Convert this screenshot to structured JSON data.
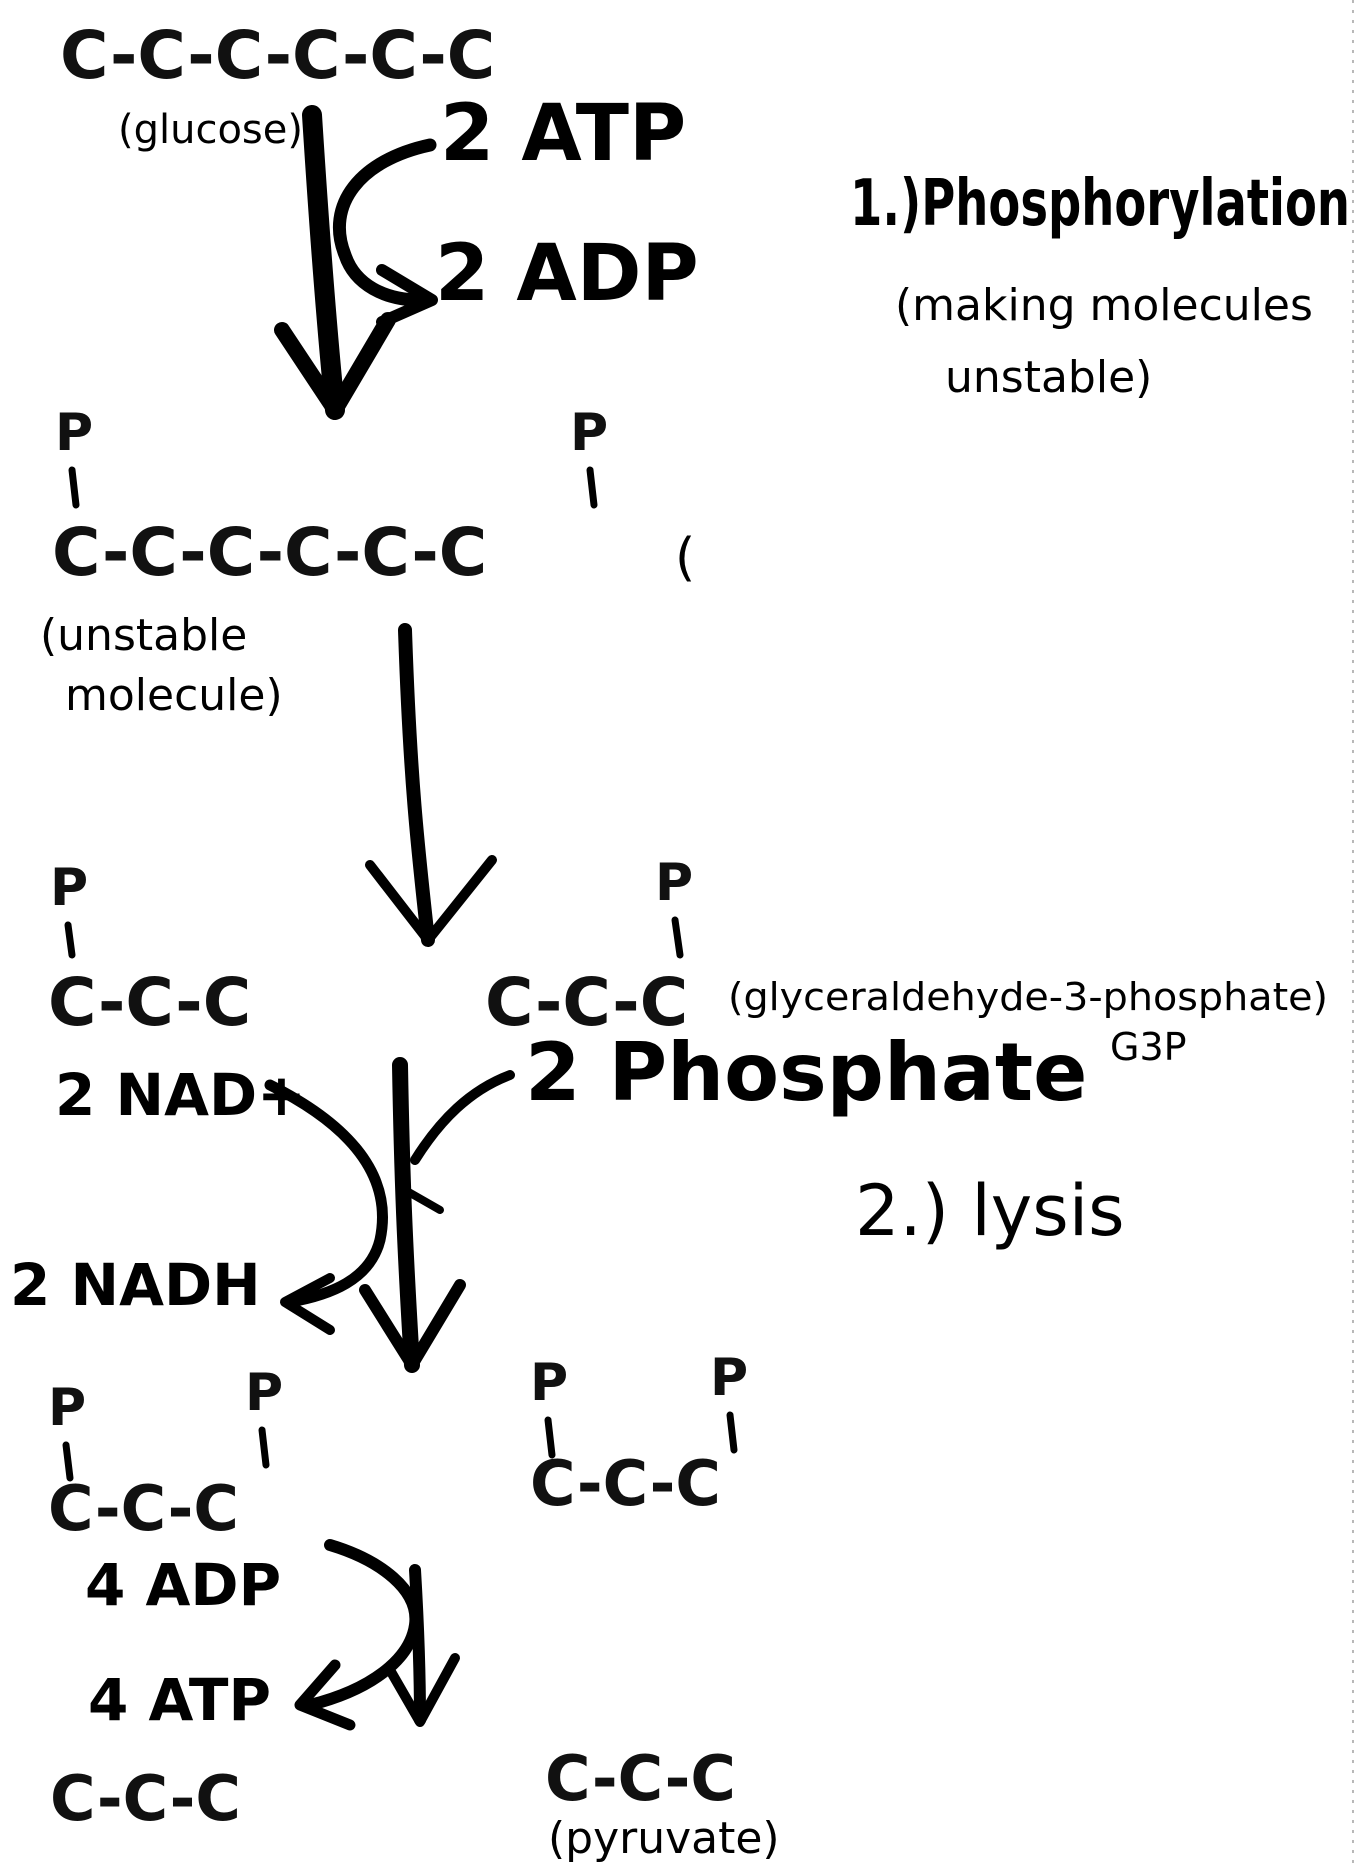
{
  "diagram": {
    "glucose": {
      "chain": "C-C-C-C-C-C",
      "label": "(glucose)"
    },
    "step1": {
      "input": "2 ATP",
      "output": "2 ADP",
      "heading": "1.)Phosphorylation",
      "note_line1": "(making molecules",
      "note_line2": "unstable)"
    },
    "unstable": {
      "p_left": "P",
      "p_right": "P",
      "chain": "C-C-C-C-C-C",
      "paren": "(",
      "label_line1": "(unstable",
      "label_line2": "molecule)"
    },
    "g3p": {
      "left_p": "P",
      "left_chain": "C-C-C",
      "right_p": "P",
      "right_chain": "C-C-C",
      "label_line1": "(glyceraldehyde-3-phosphate)",
      "label_line2": "G3P"
    },
    "step2": {
      "nad_in": "2 NAD+",
      "phosphate_in": "2 Phosphate",
      "nadh_out": "2 NADH",
      "heading": "2.) lysis"
    },
    "bisphosphate": {
      "left_p1": "P",
      "left_p2": "P",
      "left_chain": "C-C-C",
      "right_p1": "P",
      "right_p2": "P",
      "right_chain": "C-C-C"
    },
    "step3": {
      "input": "4 ADP",
      "output": "4 ATP"
    },
    "pyruvate": {
      "left_chain": "C-C-C",
      "right_chain": "C-C-C",
      "label": "(pyruvate)"
    }
  }
}
